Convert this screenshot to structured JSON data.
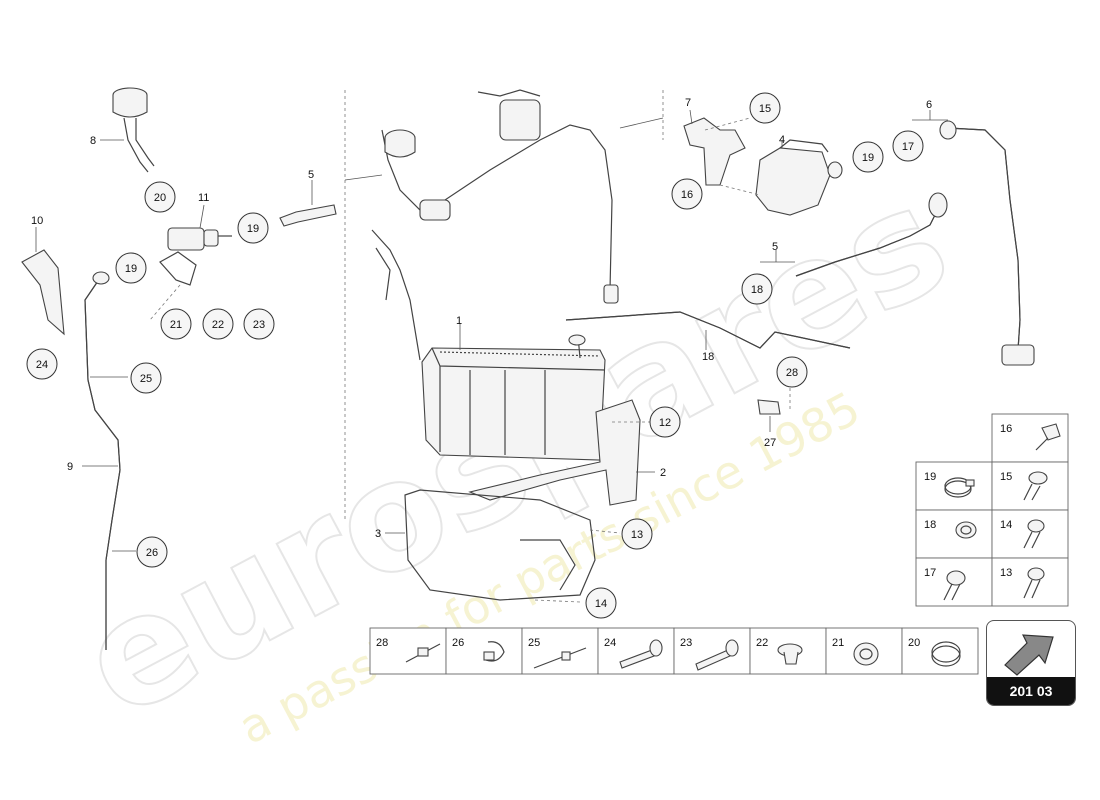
{
  "diagram_number": "201 03",
  "watermark": {
    "brand": "eurospares",
    "tagline": "a passion for parts since 1985"
  },
  "part_labels": [
    "1",
    "2",
    "3",
    "4",
    "5",
    "5",
    "6",
    "7",
    "8",
    "9",
    "10",
    "11",
    "12",
    "13",
    "14",
    "15",
    "16",
    "17",
    "18",
    "18",
    "19",
    "19",
    "19",
    "20",
    "21",
    "22",
    "23",
    "24",
    "25",
    "26",
    "27",
    "28"
  ],
  "parts_table": [
    "16",
    "19",
    "15",
    "18",
    "14",
    "17",
    "13"
  ],
  "parts_strip": [
    "28",
    "26",
    "25",
    "24",
    "23",
    "22",
    "21",
    "20"
  ]
}
